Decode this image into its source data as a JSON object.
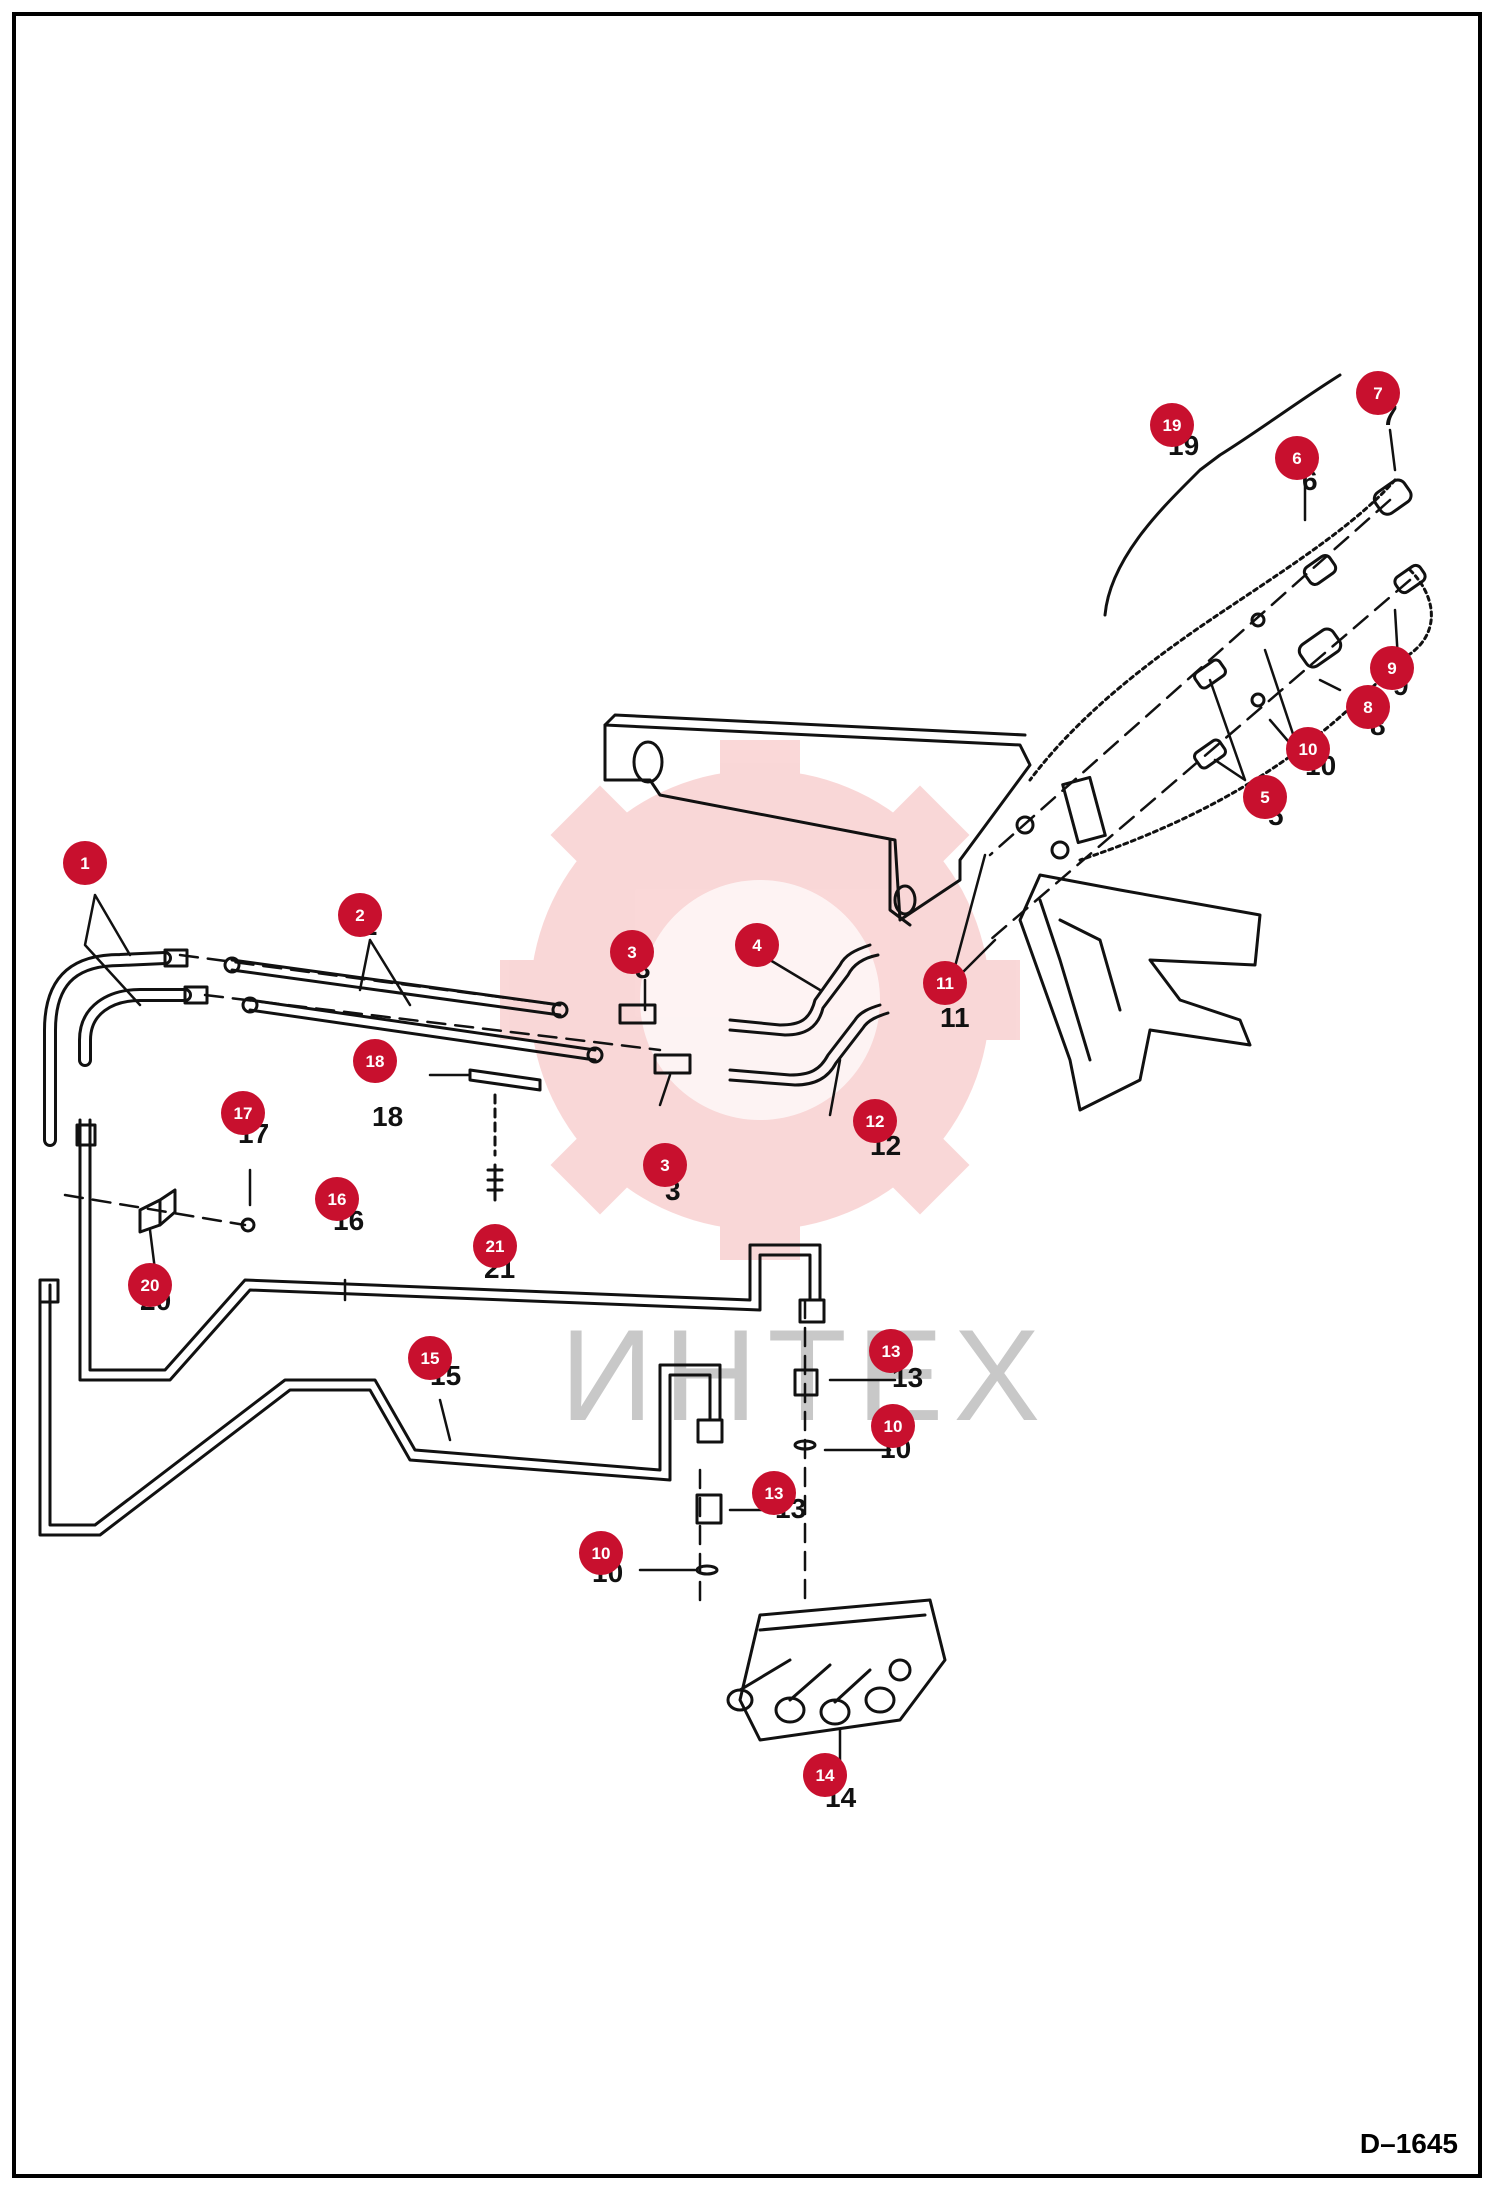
{
  "drawing": {
    "code": "D–1645",
    "watermark_text": "ИНТЕХ",
    "colors": {
      "badge": "#c8102e",
      "line": "#111111",
      "watermark": "#e84f4f"
    }
  },
  "callouts": [
    {
      "id": "c1",
      "label": "1"
    },
    {
      "id": "c2",
      "label": "2"
    },
    {
      "id": "c3a",
      "label": "3"
    },
    {
      "id": "c3b",
      "label": "3"
    },
    {
      "id": "c4",
      "label": "4"
    },
    {
      "id": "c5",
      "label": "5"
    },
    {
      "id": "c6",
      "label": "6"
    },
    {
      "id": "c7",
      "label": "7"
    },
    {
      "id": "c8",
      "label": "8"
    },
    {
      "id": "c9",
      "label": "9"
    },
    {
      "id": "c10a",
      "label": "10"
    },
    {
      "id": "c10b",
      "label": "10"
    },
    {
      "id": "c10c",
      "label": "10"
    },
    {
      "id": "c11",
      "label": "11"
    },
    {
      "id": "c12",
      "label": "12"
    },
    {
      "id": "c13a",
      "label": "13"
    },
    {
      "id": "c13b",
      "label": "13"
    },
    {
      "id": "c14",
      "label": "14"
    },
    {
      "id": "c15",
      "label": "15"
    },
    {
      "id": "c16",
      "label": "16"
    },
    {
      "id": "c17",
      "label": "17"
    },
    {
      "id": "c18",
      "label": "18"
    },
    {
      "id": "c19",
      "label": "19"
    },
    {
      "id": "c20",
      "label": "20"
    },
    {
      "id": "c21",
      "label": "21"
    }
  ]
}
